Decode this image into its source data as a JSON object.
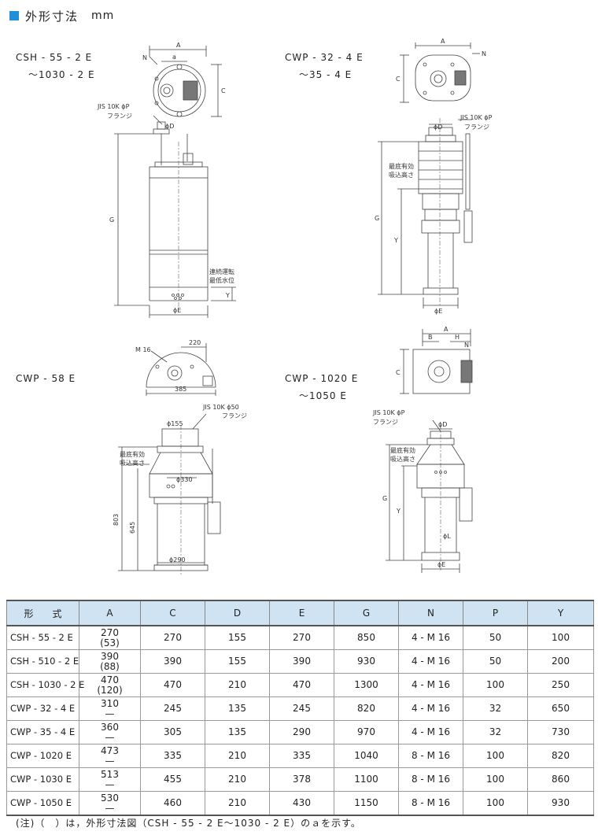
{
  "header": {
    "title": "外形寸法",
    "unit": "mm"
  },
  "models": {
    "csh": {
      "line1": "CSH - 55 - 2 E",
      "line2": "～1030 - 2 E"
    },
    "cwp32": {
      "line1": "CWP - 32 - 4 E",
      "line2": "～35 - 4 E"
    },
    "cwp58": {
      "line1": "CWP - 58 E"
    },
    "cwp1020": {
      "line1": "CWP - 1020 E",
      "line2": "～1050 E"
    }
  },
  "drawing_labels": {
    "jis_p": "JIS 10K ϕP",
    "jis_50": "JIS 10K ϕ50",
    "flange": "フランジ",
    "phi_d": "ϕD",
    "phi_e": "ϕE",
    "phi_l": "ϕL",
    "lbl_a": "A",
    "lbl_a_small": "a",
    "lbl_b": "B",
    "lbl_c": "C",
    "lbl_g": "G",
    "lbl_h": "H",
    "lbl_n": "N",
    "lbl_y": "Y",
    "continuous_1": "連続運転",
    "continuous_2": "最低水位",
    "suction_1": "最底有効",
    "suction_2": "吸込高さ",
    "m16": "M 16",
    "dim_220": "220",
    "dim_385": "385",
    "dim_155": "ϕ155",
    "dim_330": "ϕ330",
    "dim_290": "ϕ290",
    "dim_803": "803",
    "dim_645": "645"
  },
  "table": {
    "headers": [
      "形　　式",
      "A",
      "C",
      "D",
      "E",
      "G",
      "N",
      "P",
      "Y"
    ],
    "rows": [
      {
        "model": "CSH - 55 - 2 E",
        "a": "270",
        "a_sub": "(53)",
        "c": "270",
        "d": "155",
        "e": "270",
        "g": "850",
        "n": "4 - M 16",
        "p": "50",
        "y": "100"
      },
      {
        "model": "CSH - 510 - 2 E",
        "a": "390",
        "a_sub": "(88)",
        "c": "390",
        "d": "155",
        "e": "390",
        "g": "930",
        "n": "4 - M 16",
        "p": "50",
        "y": "200"
      },
      {
        "model": "CSH - 1030 - 2 E",
        "a": "470",
        "a_sub": "(120)",
        "c": "470",
        "d": "210",
        "e": "470",
        "g": "1300",
        "n": "4 - M 16",
        "p": "100",
        "y": "250"
      },
      {
        "model": "CWP - 32 - 4 E",
        "a": "310",
        "a_sub": "—",
        "c": "245",
        "d": "135",
        "e": "245",
        "g": "820",
        "n": "4 - M 16",
        "p": "32",
        "y": "650"
      },
      {
        "model": "CWP - 35 - 4 E",
        "a": "360",
        "a_sub": "—",
        "c": "305",
        "d": "135",
        "e": "290",
        "g": "970",
        "n": "4 - M 16",
        "p": "32",
        "y": "730"
      },
      {
        "model": "CWP - 1020 E",
        "a": "473",
        "a_sub": "—",
        "c": "335",
        "d": "210",
        "e": "335",
        "g": "1040",
        "n": "8 - M 16",
        "p": "100",
        "y": "820"
      },
      {
        "model": "CWP - 1030 E",
        "a": "513",
        "a_sub": "—",
        "c": "455",
        "d": "210",
        "e": "378",
        "g": "1100",
        "n": "8 - M 16",
        "p": "100",
        "y": "860"
      },
      {
        "model": "CWP - 1050 E",
        "a": "530",
        "a_sub": "—",
        "c": "460",
        "d": "210",
        "e": "430",
        "g": "1150",
        "n": "8 - M 16",
        "p": "100",
        "y": "930"
      }
    ]
  },
  "note": "(注)（　）は，外形寸法図（CSH - 55 - 2 E～1030 - 2 E）のａを示す。"
}
